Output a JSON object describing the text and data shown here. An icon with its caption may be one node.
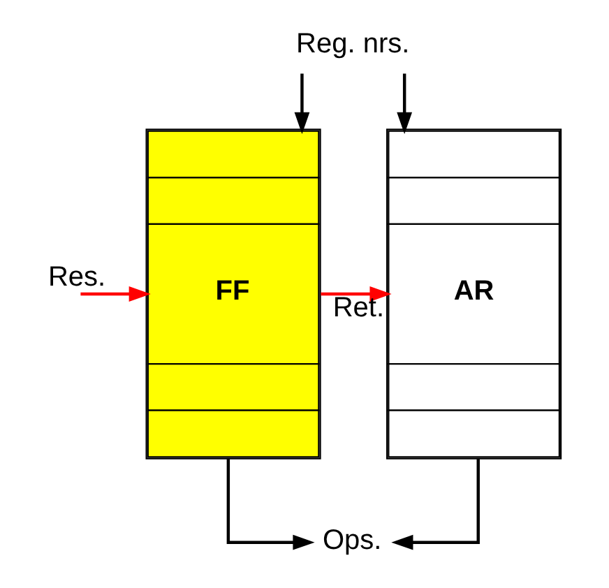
{
  "diagram": {
    "nodes": [
      {
        "text": [
          "Reg. nrs."
        ]
      },
      {
        "text": [
          "FF"
        ]
      },
      {
        "text": [
          "AR"
        ]
      },
      {
        "text": [
          "Ops."
        ]
      }
    ],
    "edges": [
      {
        "from": 0,
        "to": 1,
        "arrow": "to"
      },
      {
        "from": 0,
        "to": 2,
        "arrow": "to"
      },
      {
        "from": null,
        "to": 1,
        "arrow": "to",
        "label": "Res.",
        "color": "#ff0000"
      },
      {
        "from": 1,
        "to": 2,
        "arrow": "to",
        "label": "Ret.",
        "color": "#ff0000"
      },
      {
        "from": 1,
        "to": 3,
        "arrow": "to"
      },
      {
        "from": 2,
        "to": 3,
        "arrow": "to"
      }
    ]
  }
}
